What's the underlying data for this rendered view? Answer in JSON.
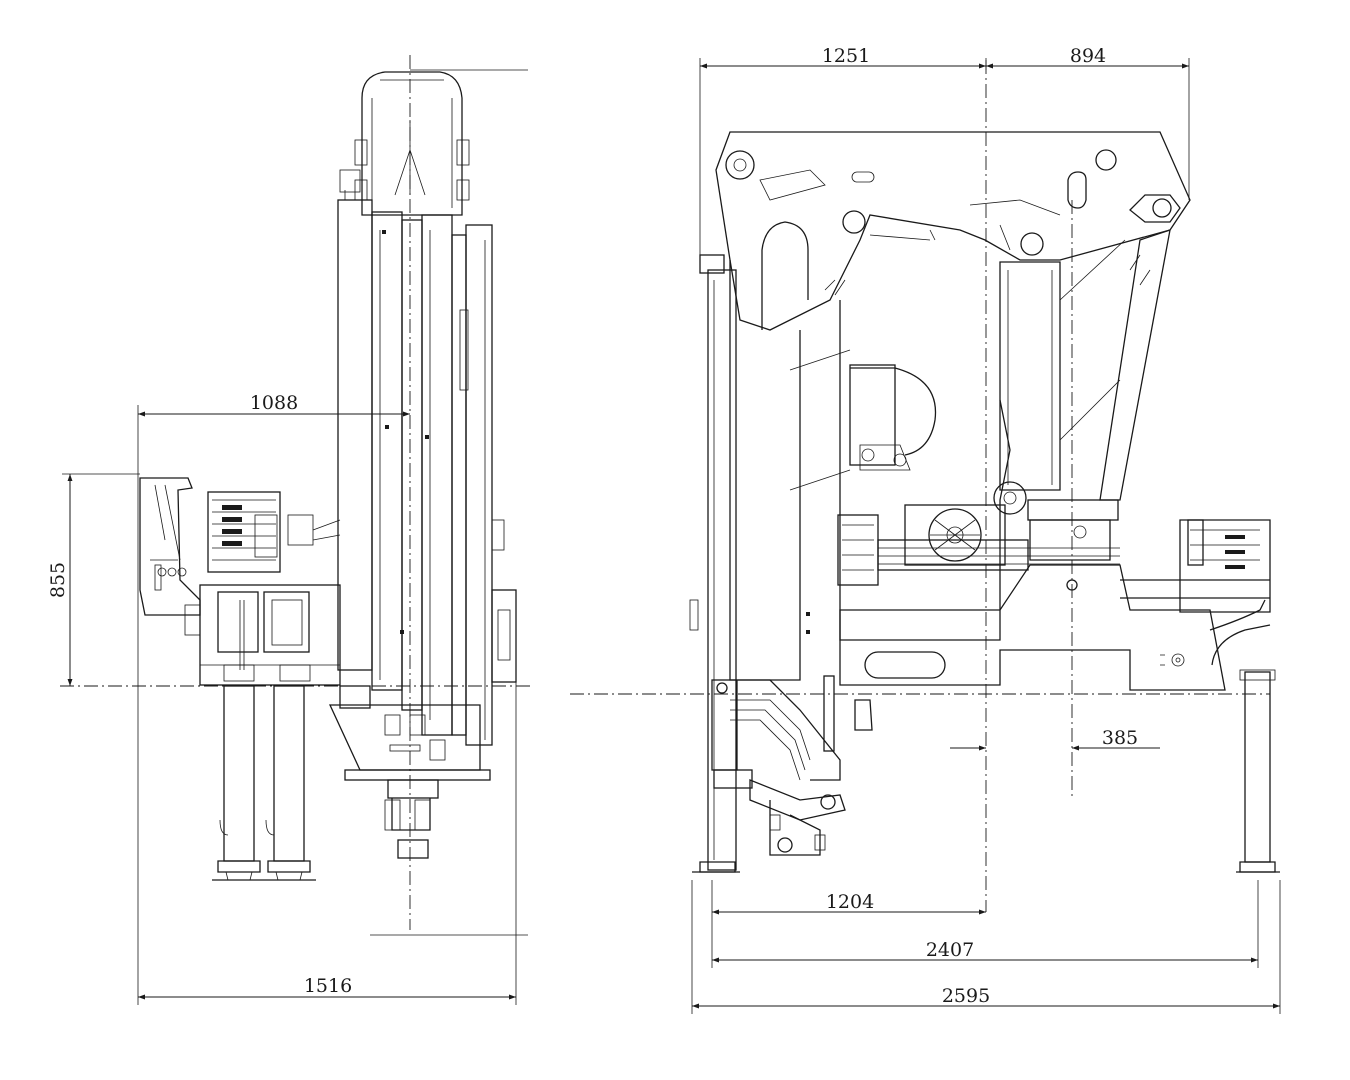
{
  "dimensions": {
    "side_reach_1088": "1088",
    "side_height_855": "855",
    "side_width_1516": "1516",
    "top_left_1251": "1251",
    "top_right_894": "894",
    "offset_385": "385",
    "base_1204": "1204",
    "base_2407": "2407",
    "overall_2595": "2595"
  }
}
